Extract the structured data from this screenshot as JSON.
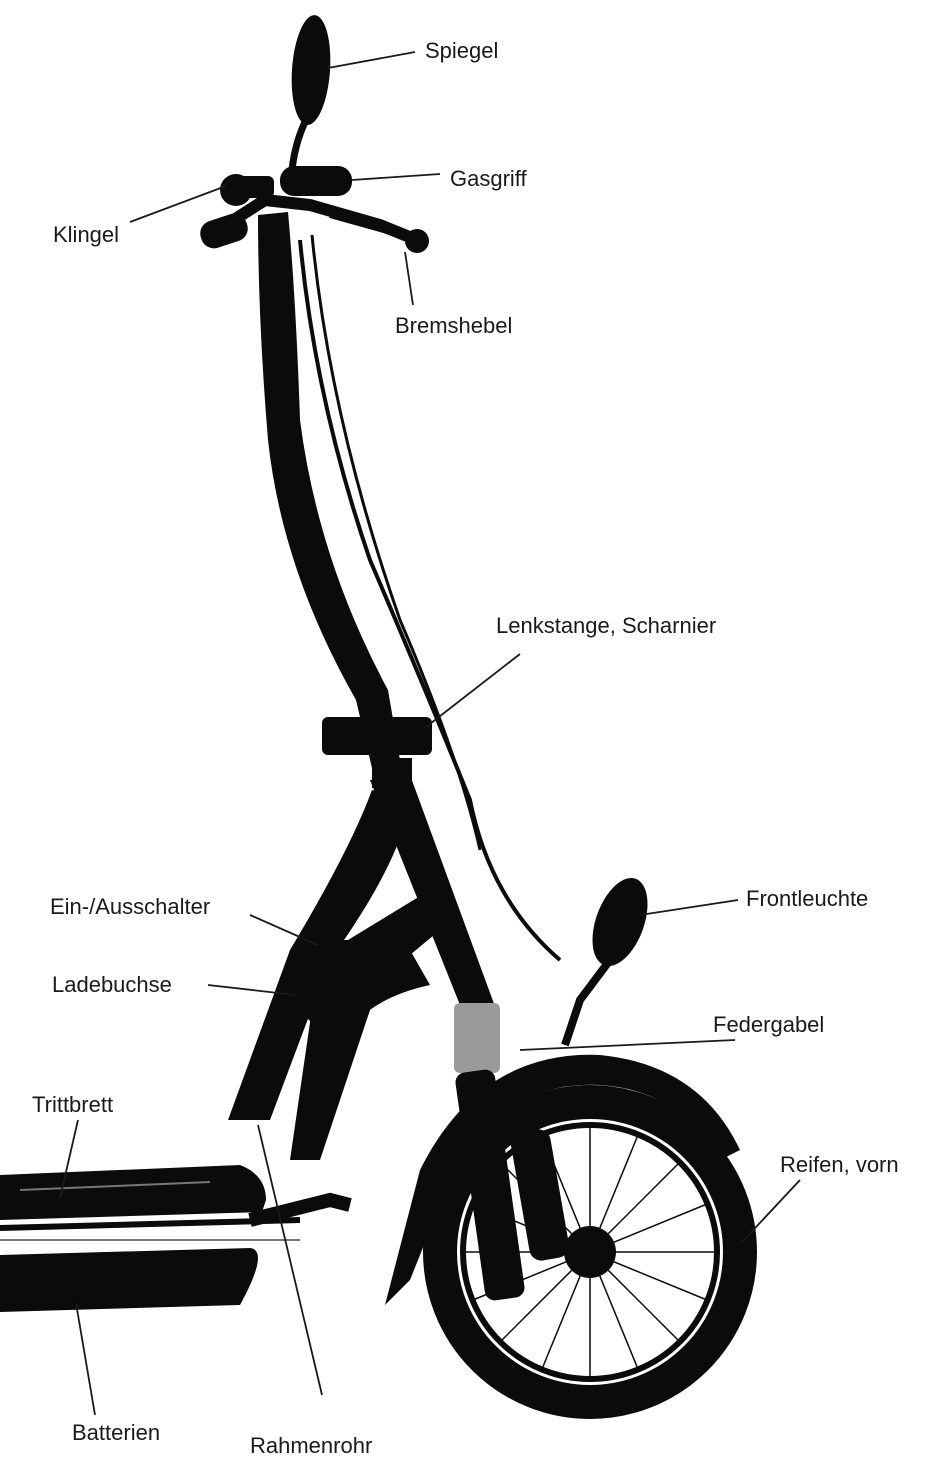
{
  "labels": {
    "spiegel": "Spiegel",
    "gasgriff": "Gasgriff",
    "klingel": "Klingel",
    "bremshebel": "Bremshebel",
    "lenkstange": "Lenkstange, Scharnier",
    "frontleuchte": "Frontleuchte",
    "schalter": "Ein-/Ausschalter",
    "ladebuchse": "Ladebuchse",
    "federgabel": "Federgabel",
    "trittbrett": "Trittbrett",
    "reifen": "Reifen, vorn",
    "batterien": "Batterien",
    "rahmenrohr": "Rahmenrohr"
  },
  "colors": {
    "scooter": "#0b0b0b",
    "text": "#1a1a1a",
    "background": "#ffffff",
    "chrome": "#9a9a9a"
  }
}
